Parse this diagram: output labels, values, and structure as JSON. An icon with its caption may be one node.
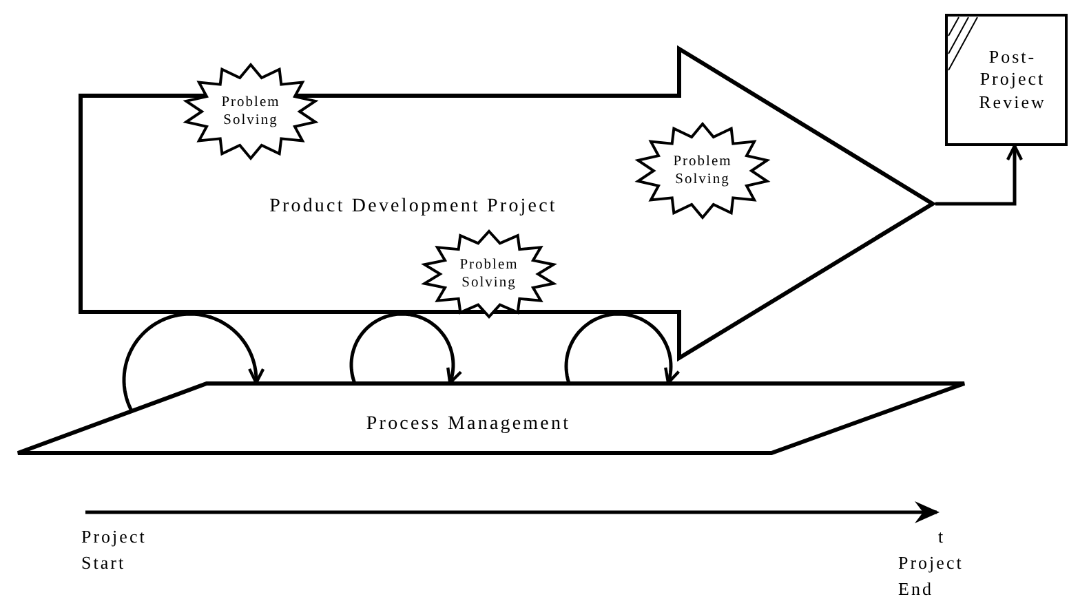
{
  "diagram": {
    "nodes": [
      {
        "text": [
          "Product Development Project"
        ]
      },
      {
        "text": [
          "Problem Solving"
        ],
        "in": 0
      },
      {
        "text": [
          "Problem Solving"
        ],
        "in": 0
      },
      {
        "text": [
          "Problem Solving"
        ],
        "in": 0
      },
      {
        "text": [
          "Post-Project Review"
        ]
      },
      {
        "text": [
          "Process Management"
        ]
      }
    ],
    "edges": [
      {
        "from": 0,
        "to": 4,
        "arrow": "to"
      },
      {
        "from": 5,
        "to": 5,
        "arrow": "to"
      },
      {
        "from": 5,
        "to": 5,
        "arrow": "to"
      },
      {
        "from": 5,
        "to": 5,
        "arrow": "to"
      }
    ],
    "labels": [
      "Project Start",
      "t",
      "Project End"
    ]
  }
}
